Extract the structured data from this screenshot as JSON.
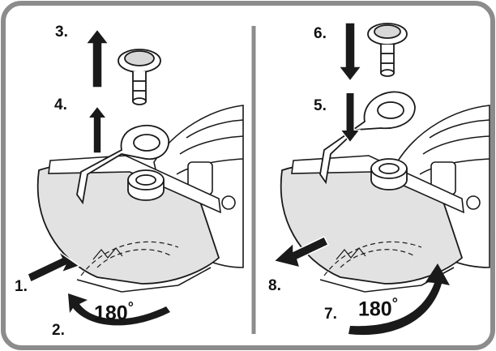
{
  "left_panel": {
    "steps": [
      {
        "label": "1."
      },
      {
        "label": "2."
      },
      {
        "label": "3."
      },
      {
        "label": "4."
      }
    ],
    "rotation": {
      "value": "180",
      "unit": "°"
    }
  },
  "right_panel": {
    "steps": [
      {
        "label": "5."
      },
      {
        "label": "6."
      },
      {
        "label": "7."
      },
      {
        "label": "8."
      }
    ],
    "rotation": {
      "value": "180",
      "unit": "°"
    }
  },
  "colors": {
    "frame_border": "#8c8c8c",
    "line": "#1a1a1a",
    "guard_fill": "#e2e2e2",
    "arrow_fill": "#1a1a1a"
  },
  "icons": [
    "flange-nut-icon",
    "spanner-wrench-icon",
    "spindle-nut-icon",
    "blade-guard-icon",
    "direction-arrow-icon",
    "rotate-arrow-icon"
  ]
}
